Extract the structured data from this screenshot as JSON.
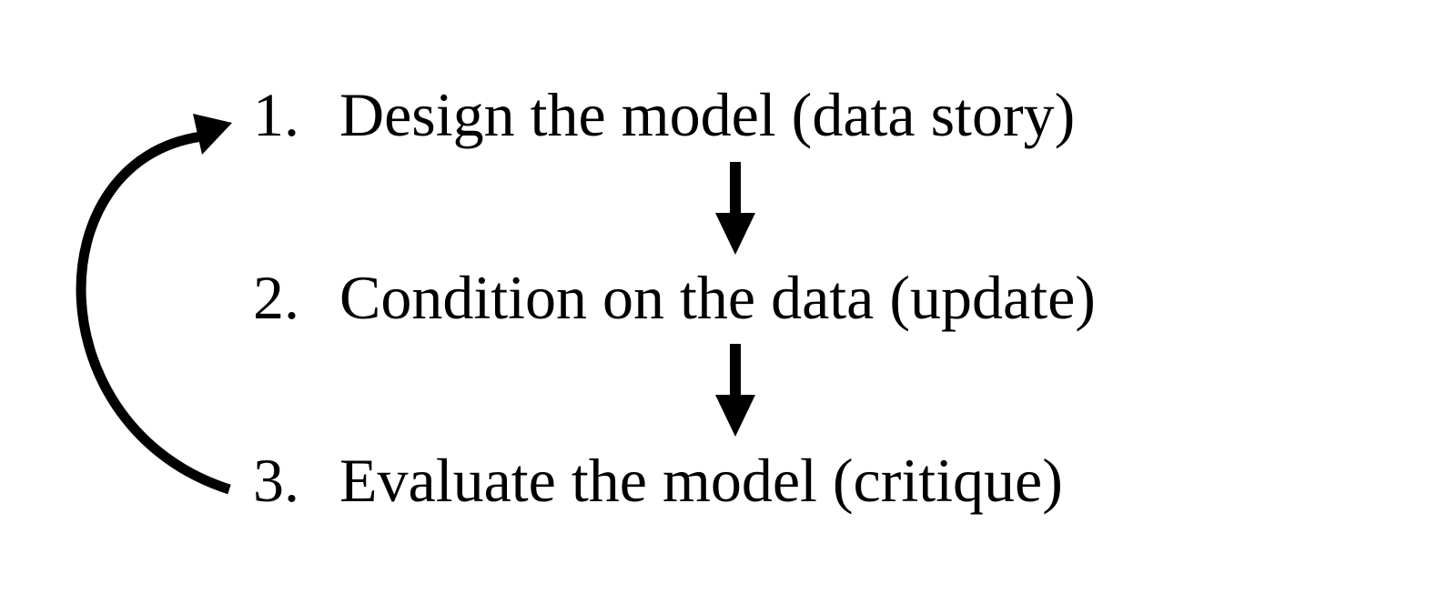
{
  "steps": [
    {
      "number": "1.",
      "text": "Design the model (data story)"
    },
    {
      "number": "2.",
      "text": "Condition on the data (update)"
    },
    {
      "number": "3.",
      "text": "Evaluate the model (critique)"
    }
  ],
  "colors": {
    "background": "#ffffff",
    "text": "#000000",
    "arrow": "#000000"
  },
  "arrows": [
    {
      "from": "1",
      "to": "2",
      "icon": "down-arrow-icon"
    },
    {
      "from": "2",
      "to": "3",
      "icon": "down-arrow-icon"
    },
    {
      "from": "3",
      "to": "1",
      "icon": "curved-loop-arrow-icon"
    }
  ]
}
